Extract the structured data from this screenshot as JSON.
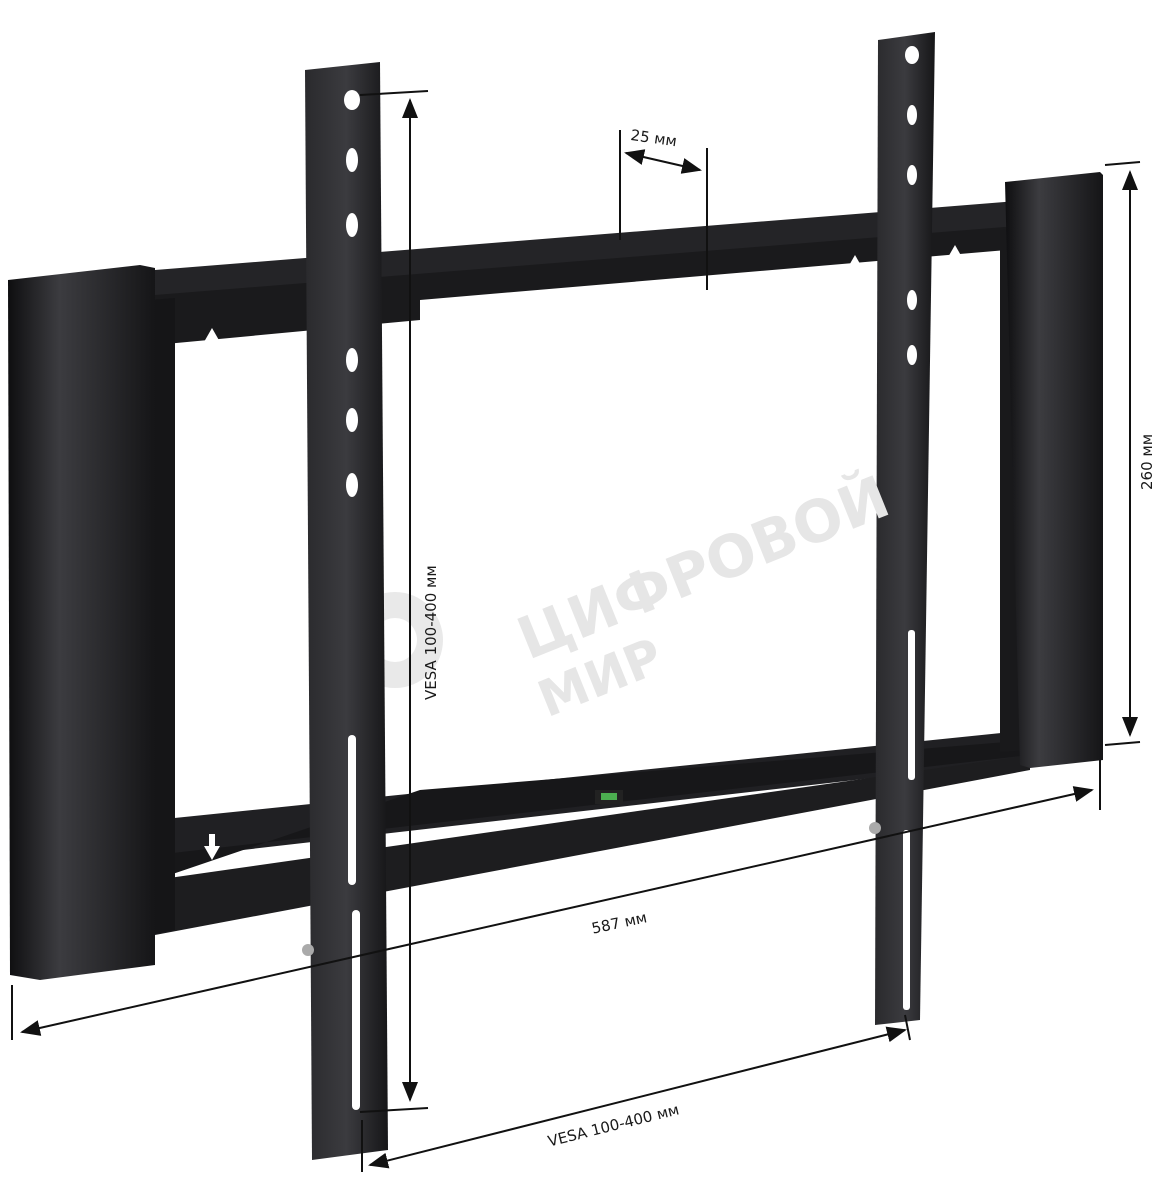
{
  "image": {
    "subject": "Fixed TV wall mount bracket with dimension annotations",
    "colors": {
      "background": "#ffffff",
      "metal": "#1c1c1e",
      "metal_highlight": "#3a3a3e",
      "dimension_lines": "#111111",
      "watermark": "#e6e6e6",
      "level_bubble": "#4caf50"
    }
  },
  "dimensions": {
    "offset": "25 мм",
    "height": "260 мм",
    "width": "587 мм",
    "vesa_vertical": "VESA 100-400 мм",
    "vesa_horizontal": "VESA 100-400 мм"
  },
  "watermark": {
    "line1": "ЦИФРОВОЙ",
    "line2": "МИР"
  }
}
